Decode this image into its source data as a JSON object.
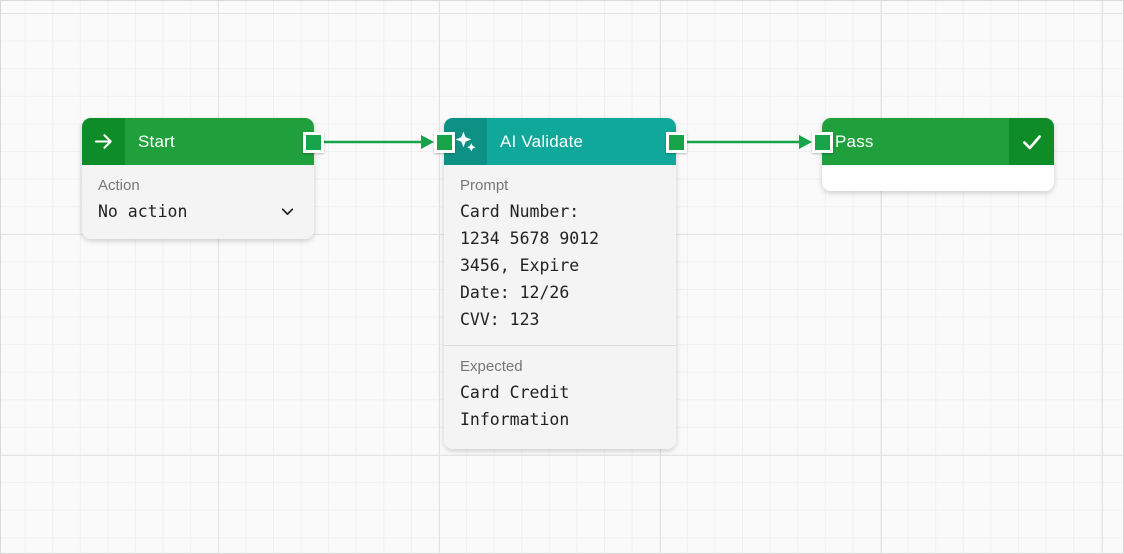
{
  "canvas": {
    "background_color": "#fafafa",
    "grid_minor_color": "#f0f0f0",
    "grid_major_color": "#e3e3e3"
  },
  "colors": {
    "green_header": "#1fa03c",
    "green_icon_box": "#0e8c28",
    "teal_header": "#10a89a",
    "teal_icon_box": "#0d9184",
    "edge_green": "#16a34a",
    "node_body_gray": "#f4f4f4"
  },
  "nodes": {
    "start": {
      "title": "Start",
      "icon": "arrow-right-icon",
      "action_label": "Action",
      "action_value": "No action"
    },
    "ai_validate": {
      "title": "AI Validate",
      "icon": "sparkle-icon",
      "prompt_label": "Prompt",
      "prompt_value": "Card Number:\n1234 5678 9012\n3456, Expire\nDate: 12/26\nCVV: 123",
      "expected_label": "Expected",
      "expected_value": "Card Credit\nInformation"
    },
    "pass": {
      "title": "Pass",
      "icon": "check-icon"
    }
  },
  "edges": [
    {
      "name": "edge-start-to-ai-validate"
    },
    {
      "name": "edge-ai-validate-to-pass"
    }
  ]
}
